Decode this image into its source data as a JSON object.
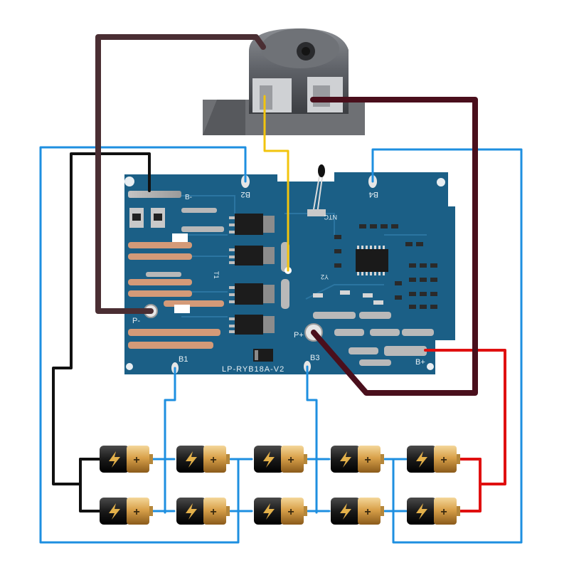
{
  "board": {
    "model_label": "LP-RYB18A-V2",
    "ntc_label": "NTC",
    "pads": {
      "b_minus": "B-",
      "b1": "B1",
      "b2": "B2",
      "b3": "B3",
      "b4": "B4",
      "b_plus": "B+",
      "p_minus": "P-",
      "p_plus": "P+"
    },
    "silk": {
      "t1": "T1",
      "y2": "Y2"
    }
  },
  "wire_colors": {
    "blue": "#1e8fe0",
    "black": "#111111",
    "red": "#e01010",
    "dark_red": "#4a0f1c",
    "brown": "#4a2e33",
    "yellow": "#f2c40e"
  },
  "board_color": "#1b5f86",
  "battery_icon": "lightning-bolt-icon",
  "battery_plus_symbol": "+",
  "battery_rows": 2,
  "battery_columns": 5
}
